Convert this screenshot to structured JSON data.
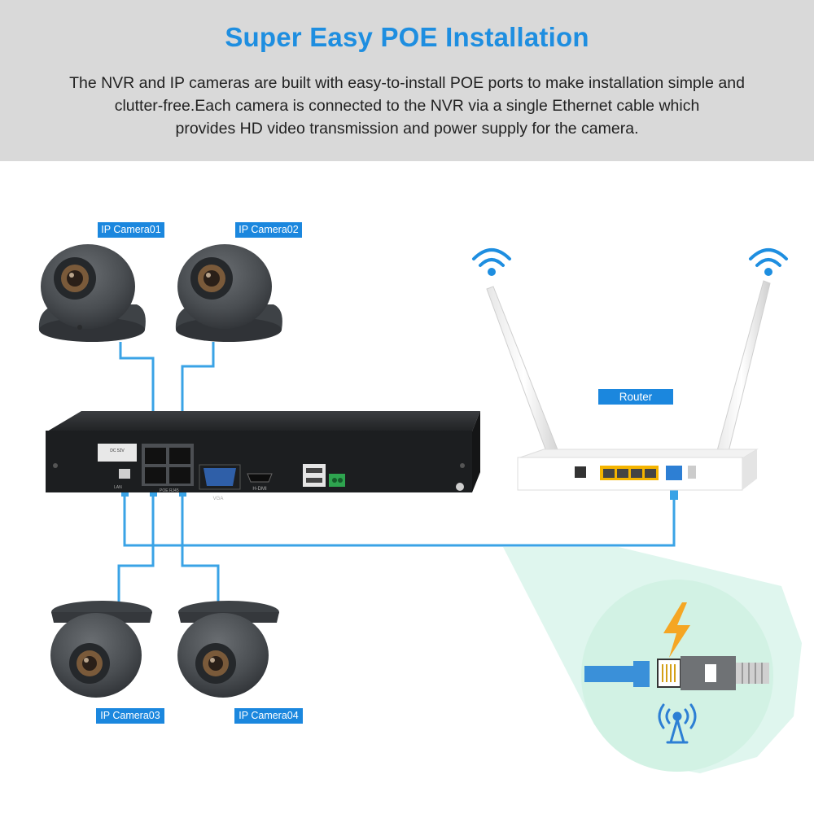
{
  "header": {
    "title": "Super Easy POE Installation",
    "description_lines": [
      "The NVR and IP cameras are built with easy-to-install POE ports to make installation simple and",
      "clutter-free.Each camera is connected to the NVR via a single Ethernet cable which",
      "provides HD video transmission and power supply for the camera."
    ]
  },
  "labels": {
    "camera1": "IP Camera01",
    "camera2": "IP Camera02",
    "camera3": "IP Camera03",
    "camera4": "IP Camera04",
    "router": "Router"
  },
  "nvr_text": {
    "vga": "VGA",
    "hdmi": "H-DMI",
    "poe": "POE RJ45",
    "power": "DC 52V",
    "lan": "LAN"
  },
  "colors": {
    "header_bg": "#d9d9d9",
    "title": "#1e8ee0",
    "label_bg": "#1b87de",
    "cable": "#3aa3e6",
    "mint_area": "#d9f5ea",
    "bolt": "#f5a623"
  },
  "icons": [
    "wifi-icon",
    "lightning-icon",
    "antenna-signal-icon",
    "rj45-connector-icon"
  ]
}
